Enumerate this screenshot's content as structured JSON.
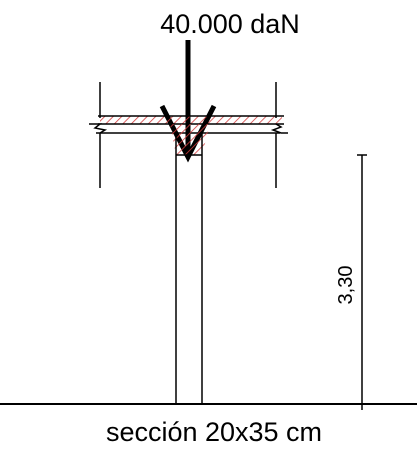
{
  "diagram": {
    "load_label": "40.000 daN",
    "height_label": "3,30",
    "section_label": "sección 20x35 cm"
  },
  "colors": {
    "line": "#000000",
    "hatch": "#d23c3c",
    "background": "#ffffff"
  }
}
